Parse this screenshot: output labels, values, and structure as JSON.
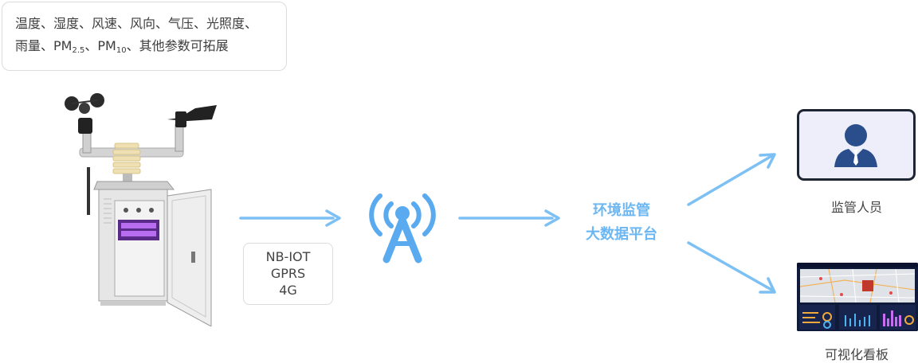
{
  "params": {
    "line1": "温度、湿度、风速、风向、气压、光照度、",
    "line2_a": "雨量、PM",
    "pm25_sub": "2.5",
    "line2_b": "、PM",
    "pm10_sub": "10",
    "line2_c": "、其他参数可拓展"
  },
  "protocols": [
    "NB-IOT",
    "GPRS",
    "4G"
  ],
  "platform": {
    "line1": "环境监管",
    "line2": "大数据平台"
  },
  "user_caption": "监管人员",
  "dashboard_caption": "可视化看板",
  "colors": {
    "arrow": "#7cc0f4",
    "tower": "#5aaaf0",
    "platform_text": "#6cb7f2",
    "user_card_bg": "#eeeefa",
    "user_icon": "#2a4d8c",
    "dashboard_bg": "#101a3b"
  },
  "icons": {
    "station": "weather-station-icon",
    "tower": "signal-tower-icon",
    "user": "user-icon",
    "dashboard": "dashboard-icon"
  }
}
